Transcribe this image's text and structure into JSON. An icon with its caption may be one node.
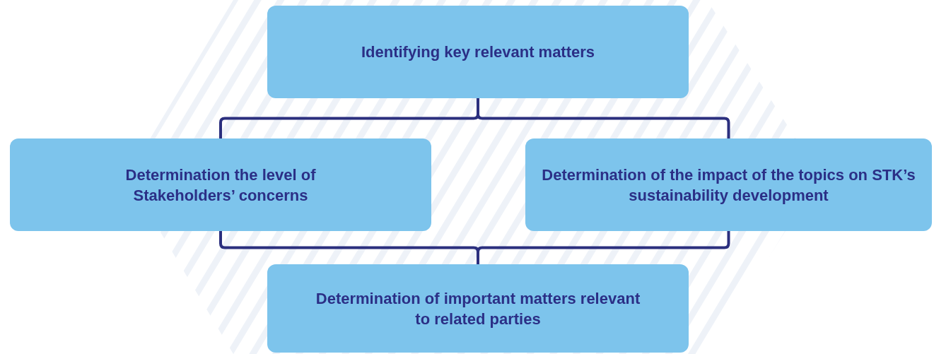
{
  "diagram": {
    "nodes": [
      {
        "text": [
          "Identifying key relevant matters"
        ]
      },
      {
        "text": [
          "Determination the level of Stakeholders’ concerns"
        ]
      },
      {
        "text": [
          "Determination of the impact of the topics on STK’s sustainability development"
        ]
      },
      {
        "text": [
          "Determination of important matters relevant to related parties"
        ]
      }
    ],
    "edges": [
      {
        "from": 0,
        "to": 1,
        "arrow": "none"
      },
      {
        "from": 0,
        "to": 2,
        "arrow": "none"
      },
      {
        "from": 1,
        "to": 3,
        "arrow": "none"
      },
      {
        "from": 2,
        "to": 3,
        "arrow": "none"
      }
    ]
  }
}
